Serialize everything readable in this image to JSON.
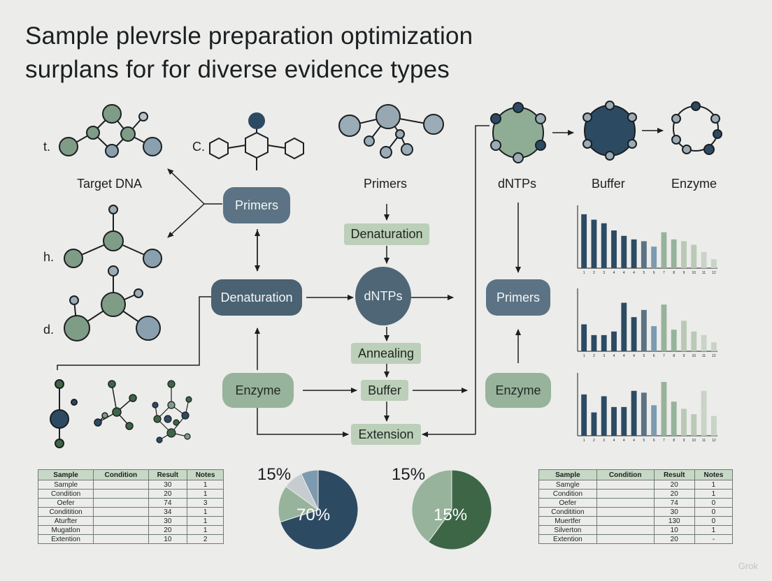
{
  "title": {
    "line1": "Sample plevrsle preparation optimization",
    "line2": "surplans for for diverse evidence types"
  },
  "side_letters": {
    "t": "t.",
    "c": "C.",
    "h": "h.",
    "d": "d."
  },
  "labels": {
    "target_dna": "Target DNA",
    "primers_top": "Primers",
    "dntps_top": "dNTPs",
    "buffer_top": "Buffer",
    "enzyme_top": "Enzyme"
  },
  "nodes": {
    "primers_pill": "Primers",
    "denaturation_box": "Denaturation",
    "denaturation_pill": "Denaturation",
    "dntps_circle": "dNTPs",
    "annealing_box": "Annealing",
    "enzyme_pill": "Enzyme",
    "buffer_box": "Buffer",
    "extension_box": "Extension",
    "primers_right": "Primers",
    "enzyme_right": "Enzyme"
  },
  "colors": {
    "navy": "#2d4a63",
    "slate": "#5b7384",
    "sage": "#97b39b",
    "green": "#3d6647",
    "pale": "#c8d8c6",
    "grey": "#b9c1c5"
  },
  "table_left": {
    "headers": [
      "Sample",
      "Condition",
      "Result",
      "Notes"
    ],
    "rows": [
      [
        "Sample",
        "",
        "30",
        "1"
      ],
      [
        "Condition",
        "",
        "20",
        "1"
      ],
      [
        "Oefer",
        "",
        "74",
        "3"
      ],
      [
        "Conditition",
        "",
        "34",
        "1"
      ],
      [
        "Aturfter",
        "",
        "30",
        "1"
      ],
      [
        "Mugatlon",
        "",
        "20",
        "1"
      ],
      [
        "Extention",
        "",
        "10",
        "2"
      ]
    ]
  },
  "table_right": {
    "headers": [
      "Sample",
      "Condition",
      "Result",
      "Notes"
    ],
    "rows": [
      [
        "Samgle",
        "",
        "20",
        "1"
      ],
      [
        "Condition",
        "",
        "20",
        "1"
      ],
      [
        "Oefer",
        "",
        "74",
        "0"
      ],
      [
        "Conditition",
        "",
        "30",
        "0"
      ],
      [
        "Muertfer",
        "",
        "130",
        "0"
      ],
      [
        "Silverton",
        "",
        "10",
        "1"
      ],
      [
        "Extention",
        "",
        "20",
        "-"
      ]
    ]
  },
  "pies": {
    "left_outer_label": "15%",
    "left_inner_label": "70%",
    "right_outer_label": "15%",
    "right_inner_label": "15%"
  },
  "chart_data": [
    {
      "type": "pie",
      "slices": [
        {
          "value": 70,
          "color": "#2d4a63"
        },
        {
          "value": 15,
          "color": "#97b39b"
        },
        {
          "value": 8,
          "color": "#c6ccd0"
        },
        {
          "value": 7,
          "color": "#7d9bb0"
        }
      ]
    },
    {
      "type": "pie",
      "slices": [
        {
          "value": 60,
          "color": "#3d6647"
        },
        {
          "value": 40,
          "color": "#97b39b"
        }
      ]
    },
    {
      "type": "bar",
      "categories": [
        "1",
        "2",
        "3",
        "4",
        "4",
        "4",
        "5",
        "6",
        "7",
        "8",
        "9",
        "10",
        "11",
        "12"
      ],
      "values": [
        30,
        27,
        25,
        21,
        18,
        16,
        15,
        12,
        20,
        16,
        15,
        13,
        9,
        5
      ],
      "colors": [
        "#2d4a63",
        "#2d4a63",
        "#2d4a63",
        "#2d4a63",
        "#2d4a63",
        "#2d4a63",
        "#5b7384",
        "#7d9bb0",
        "#97b39b",
        "#97b39b",
        "#b9c9b6",
        "#b9c9b6",
        "#c9d4c7",
        "#c9d4c7"
      ],
      "ylim": [
        0,
        35
      ]
    },
    {
      "type": "bar",
      "categories": [
        "1",
        "2",
        "3",
        "4",
        "4",
        "4",
        "5",
        "6",
        "7",
        "8",
        "9",
        "10",
        "11",
        "12"
      ],
      "values": [
        15,
        9,
        9,
        11,
        27,
        19,
        23,
        14,
        26,
        12,
        17,
        11,
        9,
        5
      ],
      "colors": [
        "#2d4a63",
        "#2d4a63",
        "#2d4a63",
        "#2d4a63",
        "#2d4a63",
        "#2d4a63",
        "#5b7384",
        "#7d9bb0",
        "#97b39b",
        "#97b39b",
        "#b9c9b6",
        "#b9c9b6",
        "#c9d4c7",
        "#c9d4c7"
      ],
      "ylim": [
        0,
        35
      ]
    },
    {
      "type": "bar",
      "categories": [
        "1",
        "2",
        "3",
        "4",
        "4",
        "4",
        "5",
        "6",
        "7",
        "8",
        "9",
        "10",
        "11",
        "12"
      ],
      "values": [
        23,
        13,
        22,
        16,
        16,
        25,
        24,
        17,
        30,
        19,
        15,
        12,
        25,
        11
      ],
      "colors": [
        "#2d4a63",
        "#2d4a63",
        "#2d4a63",
        "#2d4a63",
        "#2d4a63",
        "#2d4a63",
        "#5b7384",
        "#7d9bb0",
        "#97b39b",
        "#97b39b",
        "#b9c9b6",
        "#b9c9b6",
        "#c9d4c7",
        "#c9d4c7"
      ],
      "ylim": [
        0,
        35
      ]
    }
  ],
  "watermark": "Grok"
}
